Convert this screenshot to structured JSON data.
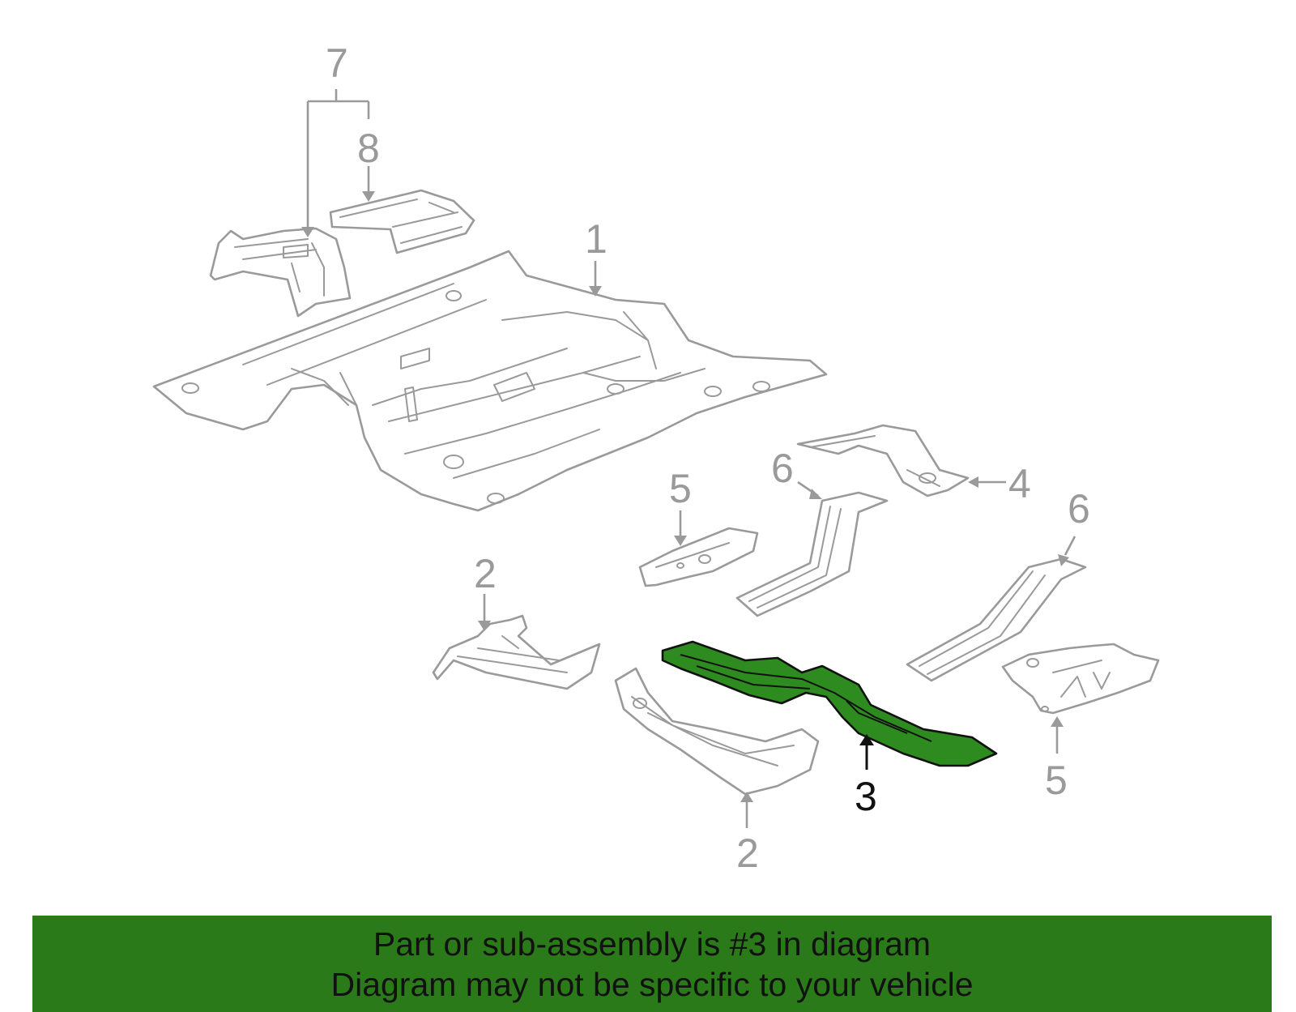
{
  "callouts": {
    "c1": "1",
    "c2a": "2",
    "c2b": "2",
    "c3": "3",
    "c4": "4",
    "c5a": "5",
    "c5b": "5",
    "c6a": "6",
    "c6b": "6",
    "c7": "7",
    "c8": "8"
  },
  "banner": {
    "line1": "Part or sub-assembly is #3 in diagram",
    "line2": "Diagram may not be specific to your vehicle"
  },
  "colors": {
    "highlight": "#2e8b1f",
    "banner": "#2b7a1a",
    "line": "#9a9a9a"
  }
}
